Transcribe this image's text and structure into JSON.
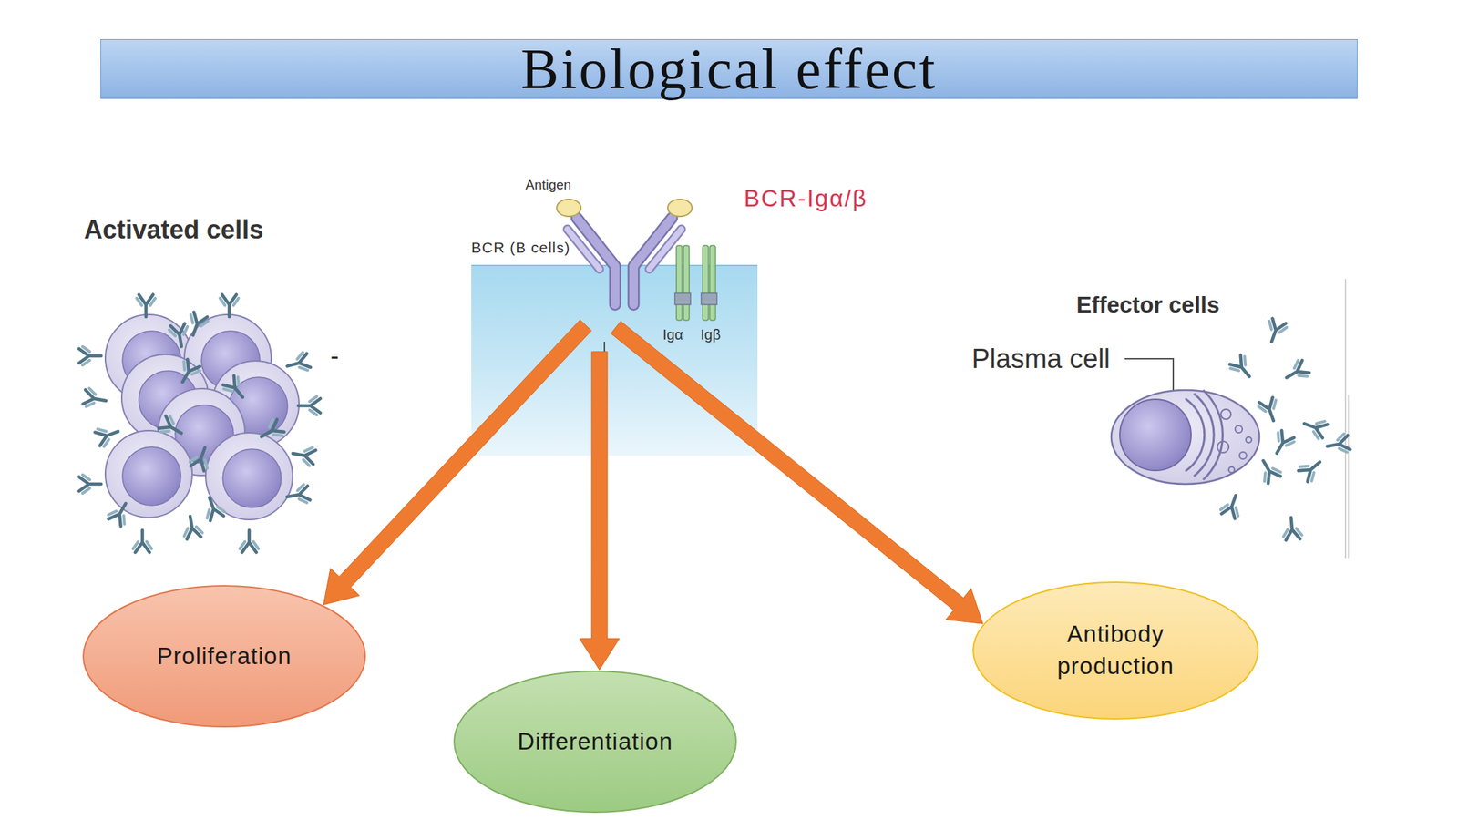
{
  "diagram": {
    "title": "Biological effect",
    "nodes": [
      {
        "text": [
          "Antigen",
          "BCR-Igα/β",
          "BCR (B cells)",
          "Igα",
          "Igβ"
        ]
      },
      {
        "text": [
          "Proliferation"
        ]
      },
      {
        "text": [
          "Differentiation"
        ]
      },
      {
        "text": [
          "Antibody production"
        ]
      }
    ],
    "edges": [
      {
        "from": 0,
        "to": 1,
        "arrow": "to"
      },
      {
        "from": 0,
        "to": 2,
        "arrow": "to"
      },
      {
        "from": 0,
        "to": 3,
        "arrow": "to"
      }
    ],
    "labels": [
      "Activated cells",
      "-",
      "Effector cells",
      "Plasma cell"
    ]
  }
}
